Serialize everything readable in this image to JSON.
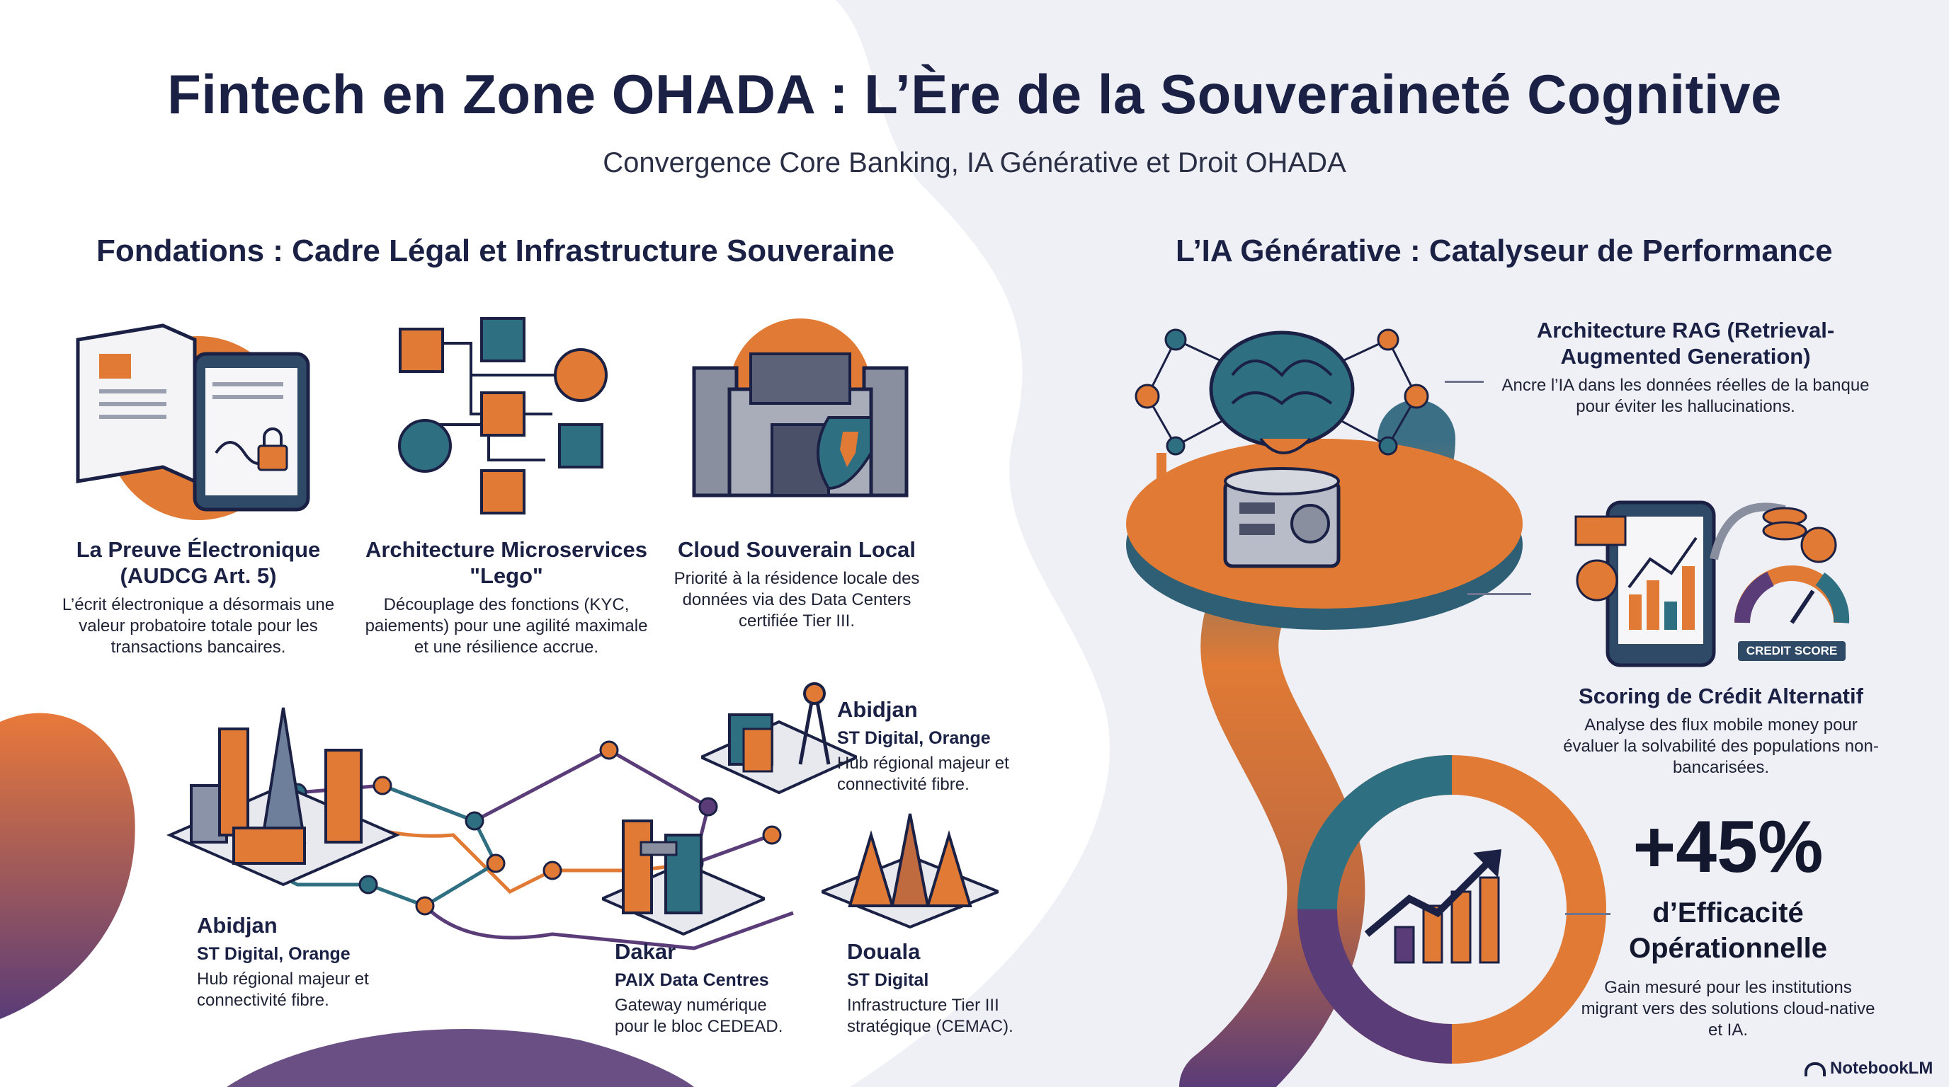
{
  "header": {
    "title": "Fintech en Zone OHADA : L’Ère de la Souveraineté Cognitive",
    "subtitle": "Convergence Core Banking, IA Générative et Droit OHADA"
  },
  "left_section": {
    "heading": "Fondations : Cadre Légal et Infrastructure Souveraine",
    "cards": [
      {
        "title": "La Preuve Électronique (AUDCG Art. 5)",
        "desc": "L’écrit électronique a désormais une valeur probatoire totale pour les transactions bancaires."
      },
      {
        "title": "Architecture Microservices \"Lego\"",
        "desc": "Découplage des fonctions (KYC, paiements) pour une agilité maximale et une résilience accrue."
      },
      {
        "title": "Cloud Souverain Local",
        "desc": "Priorité à la résidence locale des données via des Data Centers certifiée Tier III."
      }
    ],
    "cities": [
      {
        "name": "Abidjan",
        "sub": "ST Digital, Orange",
        "desc": "Hub régional majeur et connectivité fibre."
      },
      {
        "name": "Dakar",
        "sub": "PAIX Data Centres",
        "desc": "Gateway numérique pour le bloc CEDEAD."
      },
      {
        "name": "Douala",
        "sub": "ST Digital",
        "desc": "Infrastructure Tier III stratégique (CEMAC)."
      },
      {
        "name": "Abidjan",
        "sub": "ST Digital, Orange",
        "desc": "Hub régional majeur et connectivité fibre."
      }
    ]
  },
  "right_section": {
    "heading": "L’IA Générative : Catalyseur de Performance",
    "rag": {
      "title": "Architecture RAG (Retrieval-Augmented Generation)",
      "desc": "Ancre l’IA dans les données réelles de la banque pour éviter les hallucinations."
    },
    "scoring": {
      "title": "Scoring de Crédit Alternatif",
      "desc": "Analyse des flux mobile money pour évaluer la solvabilité des populations non-bancarisées.",
      "badge": "CREDIT SCORE"
    },
    "stat": {
      "value": "+45%",
      "label": "d’Efficacité Opérationnelle",
      "desc": "Gain mesuré pour les institutions migrant vers des solutions cloud-native et IA."
    }
  },
  "brand": {
    "name": "NotebookLM"
  },
  "colors": {
    "navy": "#1b2145",
    "orange": "#e07a35",
    "teal": "#2f6f82",
    "purple": "#5a3c78",
    "light_bg": "#f1f2f8"
  }
}
